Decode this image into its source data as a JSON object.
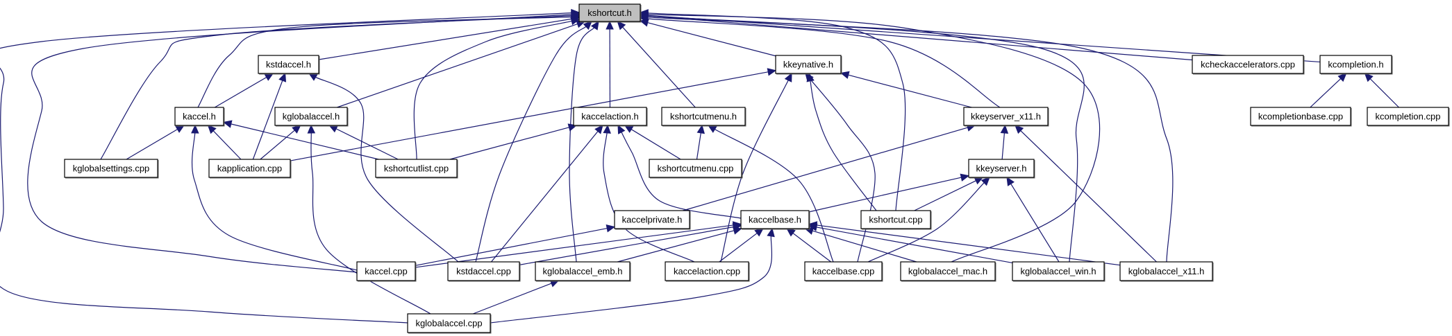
{
  "diagram": {
    "type": "include-dependency-graph",
    "root": "kshortcut.h",
    "colors": {
      "edge": "#191970",
      "root_fill": "#bfbfbf",
      "node_fill": "#ffffff",
      "node_border": "#000000"
    },
    "nodes": [
      {
        "id": "kshortcut_h",
        "label": "kshortcut.h",
        "root": true
      },
      {
        "id": "kstdaccel_h",
        "label": "kstdaccel.h"
      },
      {
        "id": "kkeynative_h",
        "label": "kkeynative.h"
      },
      {
        "id": "kcheckaccelerators_cpp",
        "label": "kcheckaccelerators.cpp"
      },
      {
        "id": "kcompletion_h",
        "label": "kcompletion.h"
      },
      {
        "id": "kaccel_h",
        "label": "kaccel.h"
      },
      {
        "id": "kglobalaccel_h",
        "label": "kglobalaccel.h"
      },
      {
        "id": "kaccelaction_h",
        "label": "kaccelaction.h"
      },
      {
        "id": "kshortcutmenu_h",
        "label": "kshortcutmenu.h"
      },
      {
        "id": "kkeyserver_x11_h",
        "label": "kkeyserver_x11.h"
      },
      {
        "id": "kcompletionbase_cpp",
        "label": "kcompletionbase.cpp"
      },
      {
        "id": "kcompletion_cpp",
        "label": "kcompletion.cpp"
      },
      {
        "id": "kglobalsettings_cpp",
        "label": "kglobalsettings.cpp"
      },
      {
        "id": "kapplication_cpp",
        "label": "kapplication.cpp"
      },
      {
        "id": "kshortcutlist_cpp",
        "label": "kshortcutlist.cpp"
      },
      {
        "id": "kshortcutmenu_cpp",
        "label": "kshortcutmenu.cpp"
      },
      {
        "id": "kkeyserver_h",
        "label": "kkeyserver.h"
      },
      {
        "id": "kaccelprivate_h",
        "label": "kaccelprivate.h"
      },
      {
        "id": "kaccelbase_h",
        "label": "kaccelbase.h"
      },
      {
        "id": "kshortcut_cpp",
        "label": "kshortcut.cpp"
      },
      {
        "id": "kaccel_cpp",
        "label": "kaccel.cpp"
      },
      {
        "id": "kstdaccel_cpp",
        "label": "kstdaccel.cpp"
      },
      {
        "id": "kglobalaccel_emb_h",
        "label": "kglobalaccel_emb.h"
      },
      {
        "id": "kaccelaction_cpp",
        "label": "kaccelaction.cpp"
      },
      {
        "id": "kaccelbase_cpp",
        "label": "kaccelbase.cpp"
      },
      {
        "id": "kglobalaccel_mac_h",
        "label": "kglobalaccel_mac.h"
      },
      {
        "id": "kglobalaccel_win_h",
        "label": "kglobalaccel_win.h"
      },
      {
        "id": "kglobalaccel_x11_h",
        "label": "kglobalaccel_x11.h"
      },
      {
        "id": "kglobalaccel_cpp",
        "label": "kglobalaccel.cpp"
      }
    ],
    "edges": [
      {
        "from": "kstdaccel_h",
        "to": "kshortcut_h"
      },
      {
        "from": "kkeynative_h",
        "to": "kshortcut_h"
      },
      {
        "from": "kcheckaccelerators_cpp",
        "to": "kshortcut_h"
      },
      {
        "from": "kcompletion_h",
        "to": "kshortcut_h"
      },
      {
        "from": "kaccel_h",
        "to": "kshortcut_h"
      },
      {
        "from": "kglobalaccel_h",
        "to": "kshortcut_h"
      },
      {
        "from": "kaccelaction_h",
        "to": "kshortcut_h"
      },
      {
        "from": "kshortcutmenu_h",
        "to": "kshortcut_h"
      },
      {
        "from": "kkeyserver_x11_h",
        "to": "kshortcut_h"
      },
      {
        "from": "kglobalsettings_cpp",
        "to": "kshortcut_h"
      },
      {
        "from": "kshortcutlist_cpp",
        "to": "kshortcut_h"
      },
      {
        "from": "kshortcut_cpp",
        "to": "kshortcut_h"
      },
      {
        "from": "kaccel_cpp",
        "to": "kshortcut_h"
      },
      {
        "from": "kstdaccel_cpp",
        "to": "kshortcut_h"
      },
      {
        "from": "kglobalaccel_emb_h",
        "to": "kshortcut_h"
      },
      {
        "from": "kglobalaccel_mac_h",
        "to": "kshortcut_h"
      },
      {
        "from": "kglobalaccel_win_h",
        "to": "kshortcut_h"
      },
      {
        "from": "kglobalaccel_x11_h",
        "to": "kshortcut_h"
      },
      {
        "from": "kglobalaccel_cpp",
        "to": "kshortcut_h"
      },
      {
        "from": "kaccel_h",
        "to": "kstdaccel_h"
      },
      {
        "from": "kapplication_cpp",
        "to": "kstdaccel_h"
      },
      {
        "from": "kstdaccel_cpp",
        "to": "kstdaccel_h"
      },
      {
        "from": "kapplication_cpp",
        "to": "kkeynative_h"
      },
      {
        "from": "kaccelaction_cpp",
        "to": "kkeynative_h"
      },
      {
        "from": "kshortcut_cpp",
        "to": "kkeynative_h"
      },
      {
        "from": "kaccelbase_cpp",
        "to": "kkeynative_h"
      },
      {
        "from": "kkeyserver_x11_h",
        "to": "kkeynative_h"
      },
      {
        "from": "kcompletionbase_cpp",
        "to": "kcompletion_h"
      },
      {
        "from": "kcompletion_cpp",
        "to": "kcompletion_h"
      },
      {
        "from": "kglobalsettings_cpp",
        "to": "kaccel_h"
      },
      {
        "from": "kapplication_cpp",
        "to": "kaccel_h"
      },
      {
        "from": "kshortcutlist_cpp",
        "to": "kaccel_h"
      },
      {
        "from": "kaccel_cpp",
        "to": "kaccel_h"
      },
      {
        "from": "kapplication_cpp",
        "to": "kglobalaccel_h"
      },
      {
        "from": "kshortcutlist_cpp",
        "to": "kglobalaccel_h"
      },
      {
        "from": "kglobalaccel_cpp",
        "to": "kglobalaccel_h"
      },
      {
        "from": "kshortcutlist_cpp",
        "to": "kaccelaction_h"
      },
      {
        "from": "kshortcutmenu_cpp",
        "to": "kaccelaction_h"
      },
      {
        "from": "kstdaccel_cpp",
        "to": "kaccelaction_h"
      },
      {
        "from": "kaccelaction_cpp",
        "to": "kaccelaction_h"
      },
      {
        "from": "kaccelbase_h",
        "to": "kaccelaction_h"
      },
      {
        "from": "kshortcutmenu_cpp",
        "to": "kshortcutmenu_h"
      },
      {
        "from": "kaccelbase_cpp",
        "to": "kshortcutmenu_h"
      },
      {
        "from": "kkeyserver_h",
        "to": "kkeyserver_x11_h"
      },
      {
        "from": "kaccelprivate_h",
        "to": "kkeyserver_x11_h"
      },
      {
        "from": "kglobalaccel_x11_h",
        "to": "kkeyserver_x11_h"
      },
      {
        "from": "kaccelbase_h",
        "to": "kkeyserver_h"
      },
      {
        "from": "kshortcut_cpp",
        "to": "kkeyserver_h"
      },
      {
        "from": "kaccelbase_cpp",
        "to": "kkeyserver_h"
      },
      {
        "from": "kglobalaccel_win_h",
        "to": "kkeyserver_h"
      },
      {
        "from": "kaccel_cpp",
        "to": "kaccelprivate_h"
      },
      {
        "from": "kaccel_cpp",
        "to": "kaccelbase_h"
      },
      {
        "from": "kstdaccel_cpp",
        "to": "kaccelbase_h"
      },
      {
        "from": "kglobalaccel_emb_h",
        "to": "kaccelbase_h"
      },
      {
        "from": "kaccelaction_cpp",
        "to": "kaccelbase_h"
      },
      {
        "from": "kaccelbase_cpp",
        "to": "kaccelbase_h"
      },
      {
        "from": "kglobalaccel_mac_h",
        "to": "kaccelbase_h"
      },
      {
        "from": "kglobalaccel_win_h",
        "to": "kaccelbase_h"
      },
      {
        "from": "kglobalaccel_x11_h",
        "to": "kaccelbase_h"
      },
      {
        "from": "kglobalaccel_cpp",
        "to": "kaccelbase_h"
      },
      {
        "from": "kglobalaccel_cpp",
        "to": "kglobalaccel_emb_h"
      }
    ]
  }
}
